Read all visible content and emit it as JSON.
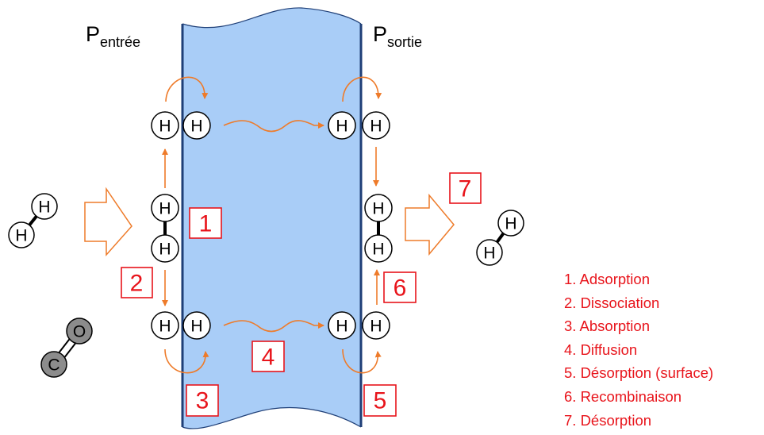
{
  "pressure": {
    "inlet_main": "P",
    "inlet_sub": "entrée",
    "outlet_main": "P",
    "outlet_sub": "sortie"
  },
  "atoms": {
    "hydrogen": "H",
    "carbon": "C",
    "oxygen": "O"
  },
  "steps": [
    "1",
    "2",
    "3",
    "4",
    "5",
    "6",
    "7"
  ],
  "legend": [
    "1. Adsorption",
    "2. Dissociation",
    "3. Absorption",
    "4. Diffusion",
    "5. Désorption (surface)",
    "6. Recombinaison",
    "7. Désorption"
  ],
  "colors": {
    "membrane": "#a9cdf7",
    "membrane_edge": "#1f3f77",
    "arrow": "#ee7b2a",
    "step_red": "#e8141b",
    "co_gray": "#8c8c8c"
  }
}
